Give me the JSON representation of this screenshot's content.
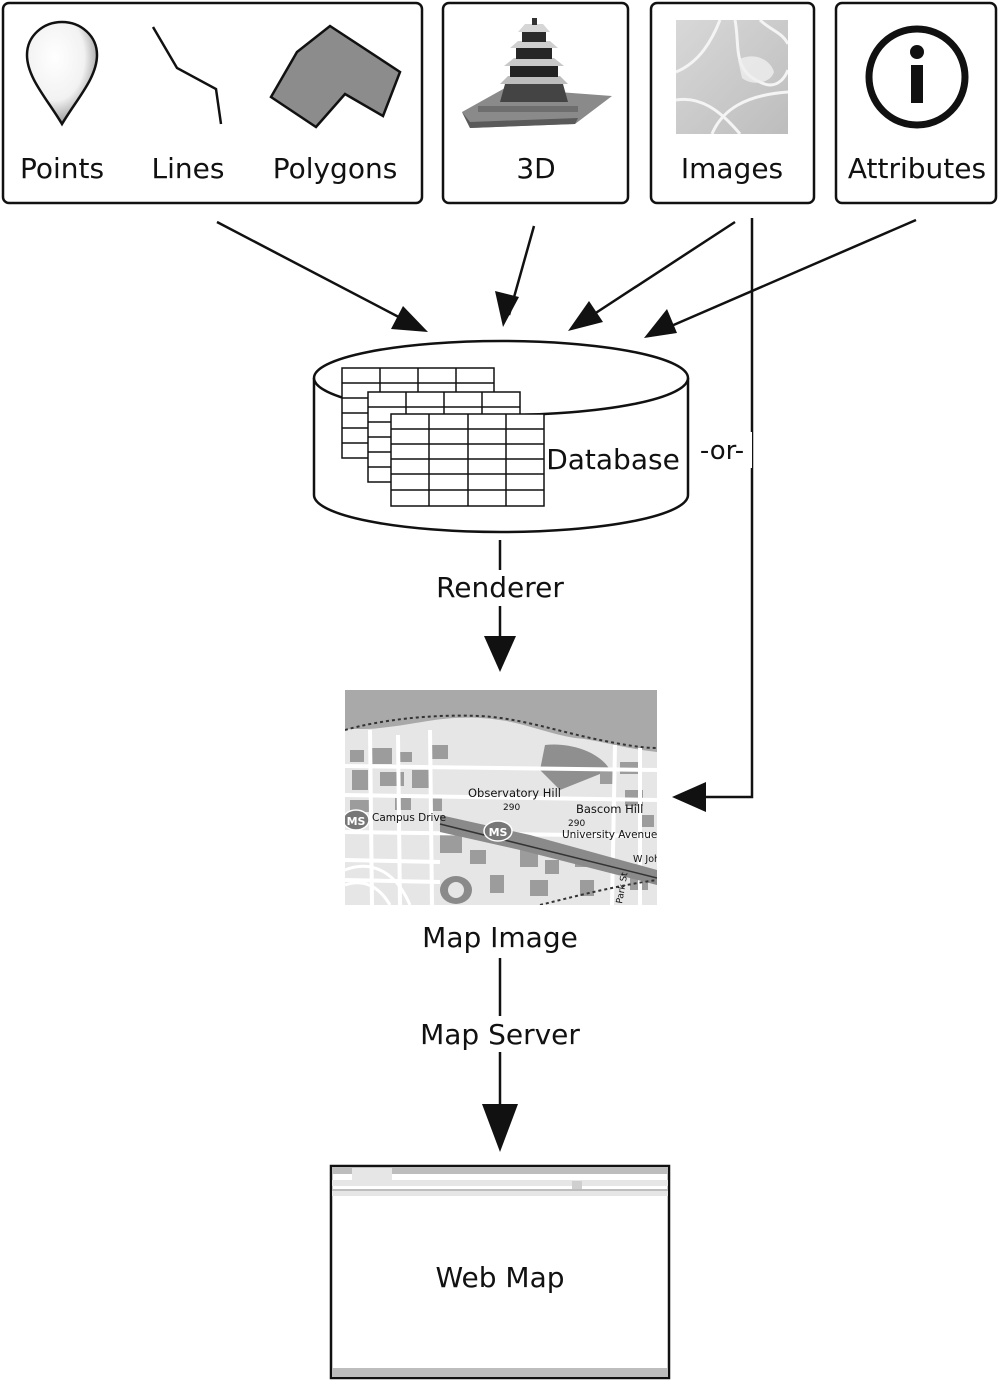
{
  "sources": {
    "points": "Points",
    "lines": "Lines",
    "polygons": "Polygons",
    "threed": "3D",
    "images": "Images",
    "attributes": "Attributes"
  },
  "database": {
    "label": "Database"
  },
  "alternative": {
    "label": "-or-"
  },
  "renderer": {
    "label": "Renderer"
  },
  "map_image": {
    "label": "Map Image",
    "street_labels": [
      "Observatory Hill",
      "Bascom Hill",
      "Campus Drive",
      "University Avenue",
      "290",
      "290",
      "MS",
      "MS",
      "W Joh",
      "Park St"
    ]
  },
  "map_server": {
    "label": "Map Server"
  },
  "web_map": {
    "label": "Web Map"
  },
  "icons": {
    "point": "map-pin-icon",
    "line": "polyline-icon",
    "polygon": "polygon-icon",
    "threed": "castle-3d-icon",
    "image": "aerial-image-icon",
    "attributes": "info-icon"
  }
}
